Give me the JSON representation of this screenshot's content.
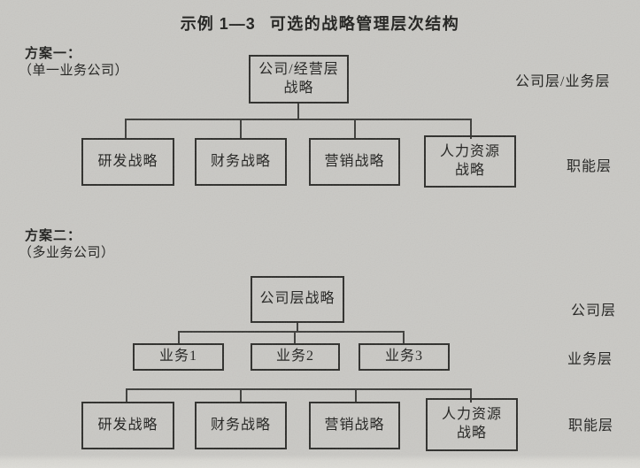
{
  "title": {
    "num": "示例 1—3",
    "text": "可选的战略管理层次结构"
  },
  "colors": {
    "page_bg": "#c9c8c4",
    "box_border": "#2b2b28",
    "connector": "#3b3b38",
    "text": "#1d1d1b"
  },
  "plan1": {
    "heading": "方案一：",
    "subheading": "（单一业务公司）",
    "root_lines": [
      "公司/经营层",
      "战略"
    ],
    "children": [
      "研发战略",
      "财务战略",
      "营销战略"
    ],
    "hr_lines": [
      "人力资源",
      "战略"
    ],
    "right_labels": [
      "公司层/业务层",
      "职能层"
    ]
  },
  "plan2": {
    "heading": "方案二：",
    "subheading": "（多业务公司）",
    "root": "公司层战略",
    "businesses": [
      "业务1",
      "业务2",
      "业务3"
    ],
    "functions": [
      "研发战略",
      "财务战略",
      "营销战略"
    ],
    "hr_lines": [
      "人力资源",
      "战略"
    ],
    "right_labels": [
      "公司层",
      "业务层",
      "职能层"
    ]
  }
}
